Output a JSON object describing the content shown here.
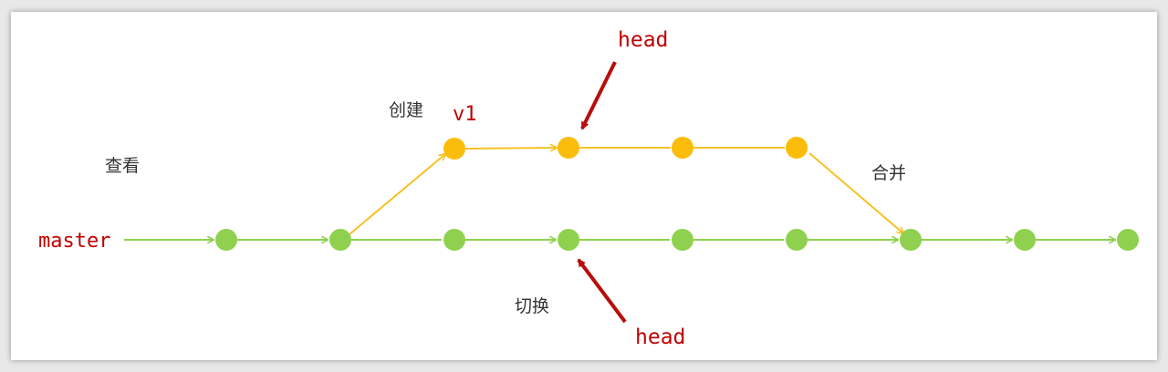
{
  "labels": {
    "master": "master",
    "v1": "v1",
    "head_top": "head",
    "head_bottom": "head",
    "view": "查看",
    "create": "创建",
    "switch": "切换",
    "merge": "合并"
  },
  "colors": {
    "master_branch": "#8fd14f",
    "master_line": "#8fd14f",
    "v1_branch": "#fbbd0b",
    "v1_line": "#f7c124",
    "head_arrow": "#b80d0d",
    "label_red": "#c00000",
    "label_dark": "#333333"
  },
  "branches": {
    "master": {
      "name": "master",
      "commits": 9
    },
    "v1": {
      "name": "v1",
      "commits": 4
    }
  }
}
